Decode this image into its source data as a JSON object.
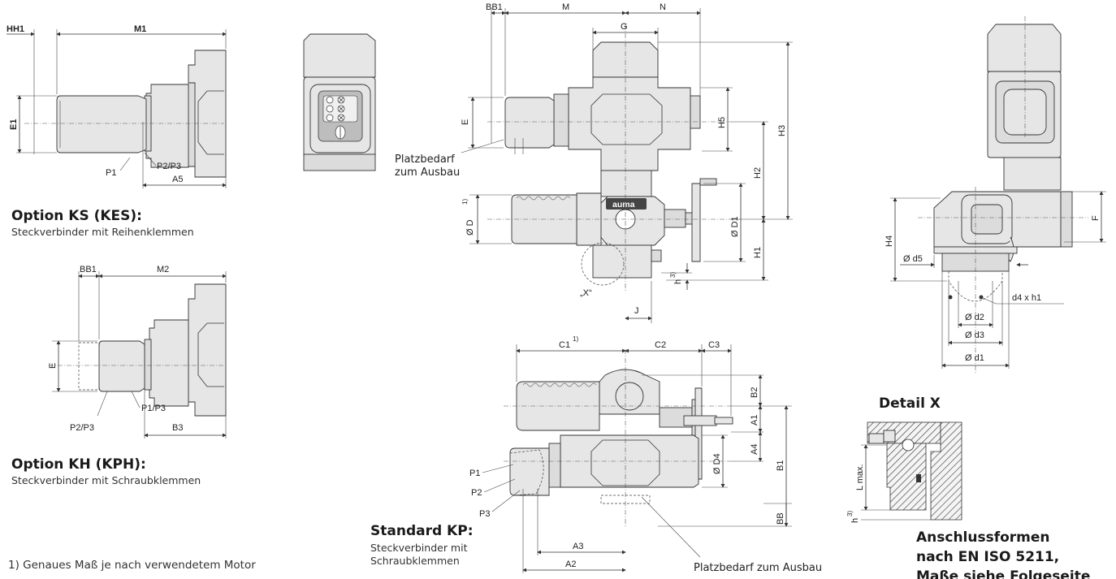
{
  "labels": {
    "hh1": "HH1",
    "m1": "M1",
    "e1": "E1",
    "p1": "P1",
    "p2p3": "P2/P3",
    "a5": "A5",
    "bb1": "BB1",
    "m2": "M2",
    "e": "E",
    "p1p3": "P1/P3",
    "b3": "B3",
    "m": "M",
    "n": "N",
    "g": "G",
    "h5": "H5",
    "h3": "H3",
    "h2": "H2",
    "d_outer": "Ø D",
    "d1": "Ø D1",
    "h1": "H1",
    "h_3": "h",
    "j": "J",
    "x": "„X“",
    "auma": "auma",
    "sup1": "1)",
    "sup3": "3)",
    "c1": "C1",
    "c2": "C2",
    "c3": "C3",
    "b2": "B2",
    "a1": "A1",
    "a4": "A4",
    "b1": "B1",
    "d4": "Ø D4",
    "bb": "BB",
    "p2": "P2",
    "p3": "P3",
    "a3": "A3",
    "a2": "A2",
    "h4": "H4",
    "f": "F",
    "d5": "Ø d5",
    "d4xh1": "d4 x h1",
    "sd2": "Ø d2",
    "sd3": "Ø d3",
    "sd1": "Ø d1",
    "lmax": "L max."
  },
  "space_front": [
    "Platzbedarf",
    "zum Ausbau"
  ],
  "space_bottom": "Platzbedarf zum Ausbau",
  "option_ks": {
    "title": "Option KS (KES):",
    "caption": "Steckverbinder mit Reihenklemmen"
  },
  "option_kh": {
    "title": "Option KH (KPH):",
    "caption": "Steckverbinder mit Schraubklemmen"
  },
  "standard_kp": {
    "title": "Standard KP:",
    "caption_lines": [
      "Steckverbinder mit",
      "Schraubklemmen"
    ]
  },
  "detail_x": "Detail X",
  "flange": {
    "lines": [
      "Anschlussformen",
      "nach EN ISO 5211,",
      "Maße siehe Folgeseite"
    ]
  },
  "footnote": "1) Genaues Maß je nach verwendetem Motor"
}
